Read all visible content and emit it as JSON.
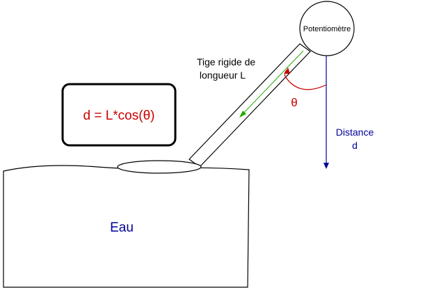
{
  "labels": {
    "potentiometer": "Potentiomètre",
    "rod_line1": "Tige rigide de",
    "rod_line2": "longueur L",
    "angle": "θ",
    "distance_line1": "Distance",
    "distance_line2": "d",
    "water": "Eau",
    "formula": "d = L*cos(θ)"
  },
  "colors": {
    "outline": "#000000",
    "angle_red": "#cc0000",
    "rod_arrow_green": "#22aa00",
    "distance_blue": "#000099",
    "water_text": "#000099",
    "formula_text": "#cc0000"
  }
}
